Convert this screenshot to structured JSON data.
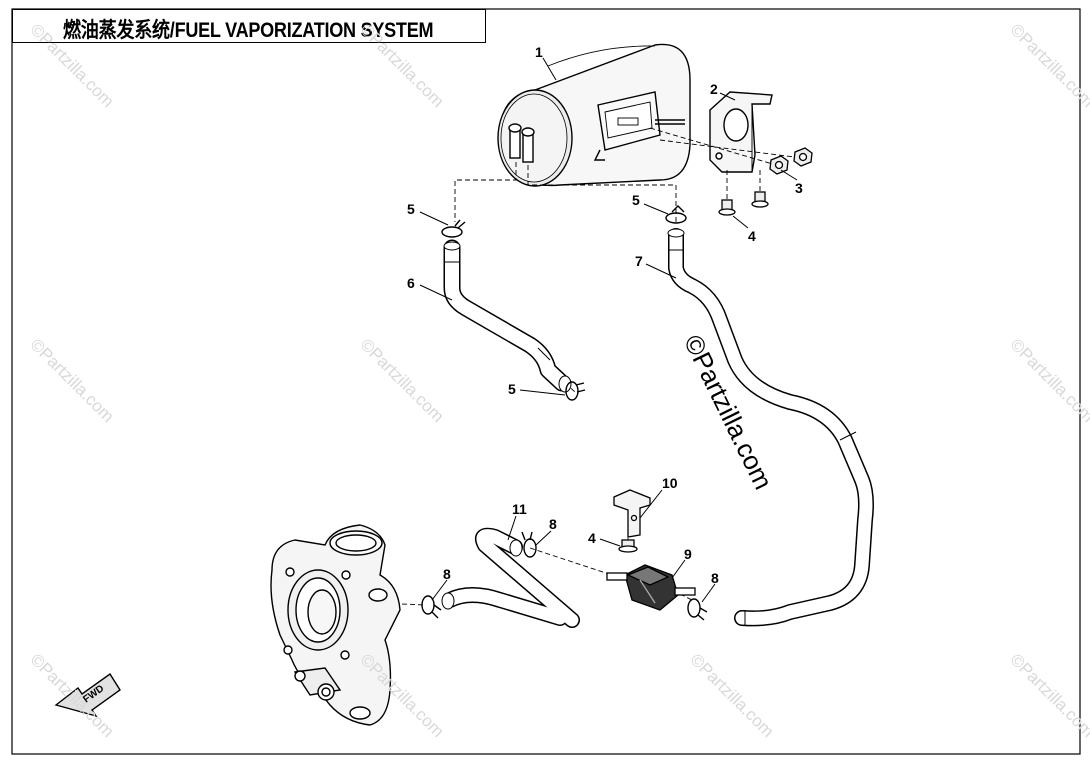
{
  "title": "燃油蒸发系统/FUEL VAPORIZATION SYSTEM",
  "watermark": "©Partzilla.com",
  "fwd_label": "FWD",
  "parts": [
    {
      "num": "1",
      "name": "canister"
    },
    {
      "num": "2",
      "name": "canister-bracket"
    },
    {
      "num": "3",
      "name": "flange-nut"
    },
    {
      "num": "4",
      "name": "flange-bolt"
    },
    {
      "num": "5",
      "name": "hose-clamp"
    },
    {
      "num": "6",
      "name": "hose"
    },
    {
      "num": "7",
      "name": "hose"
    },
    {
      "num": "8",
      "name": "hose-clamp"
    },
    {
      "num": "9",
      "name": "solenoid-valve"
    },
    {
      "num": "10",
      "name": "valve-bracket"
    },
    {
      "num": "11",
      "name": "hose"
    }
  ],
  "callouts": [
    {
      "num": "1"
    },
    {
      "num": "2"
    },
    {
      "num": "3"
    },
    {
      "num": "4"
    },
    {
      "num": "5"
    },
    {
      "num": "5"
    },
    {
      "num": "6"
    },
    {
      "num": "7"
    },
    {
      "num": "5"
    },
    {
      "num": "10"
    },
    {
      "num": "11"
    },
    {
      "num": "8"
    },
    {
      "num": "4"
    },
    {
      "num": "9"
    },
    {
      "num": "8"
    },
    {
      "num": "8"
    }
  ]
}
